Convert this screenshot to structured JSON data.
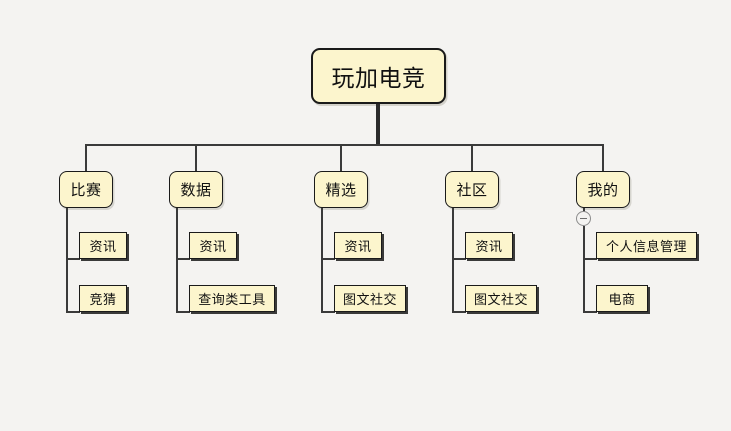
{
  "diagram": {
    "type": "tree",
    "background_color": "#f4f3f1",
    "node_fill_color": "#fcf5cd",
    "node_border_color": "#1a1a1a",
    "connector_color": "#2b2b2b",
    "root": {
      "label": "玩加电竞"
    },
    "branches": [
      {
        "label": "比赛",
        "children": [
          {
            "label": "资讯"
          },
          {
            "label": "竞猜"
          }
        ]
      },
      {
        "label": "数据",
        "children": [
          {
            "label": "资讯"
          },
          {
            "label": "查询类工具"
          }
        ]
      },
      {
        "label": "精选",
        "children": [
          {
            "label": "资讯"
          },
          {
            "label": "图文社交"
          }
        ]
      },
      {
        "label": "社区",
        "children": [
          {
            "label": "资讯"
          },
          {
            "label": "图文社交"
          }
        ]
      },
      {
        "label": "我的",
        "collapse_toggle": "minus-circle-icon",
        "children": [
          {
            "label": "个人信息管理"
          },
          {
            "label": "电商"
          }
        ]
      }
    ]
  }
}
